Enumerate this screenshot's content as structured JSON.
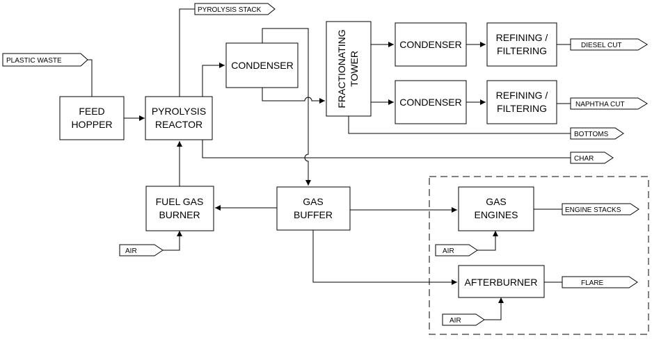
{
  "blocks": {
    "feed_hopper": [
      "FEED",
      "HOPPER"
    ],
    "pyrolysis_reactor": [
      "PYROLYSIS",
      "REACTOR"
    ],
    "condenser_main": [
      "CONDENSER"
    ],
    "fractionating_tower": [
      "FRACTIONATING",
      "TOWER"
    ],
    "condenser_diesel": [
      "CONDENSER"
    ],
    "condenser_naphtha": [
      "CONDENSER"
    ],
    "refining_diesel": [
      "REFINING /",
      "FILTERING"
    ],
    "refining_naphtha": [
      "REFINING /",
      "FILTERING"
    ],
    "fuel_gas_burner": [
      "FUEL GAS",
      "BURNER"
    ],
    "gas_buffer": [
      "GAS",
      "BUFFER"
    ],
    "gas_engines": [
      "GAS",
      "ENGINES"
    ],
    "afterburner": [
      "AFTERBURNER"
    ]
  },
  "streams": {
    "plastic_waste": "PLASTIC WASTE",
    "pyrolysis_stack": "PYROLYSIS STACK",
    "diesel_cut": "DIESEL CUT",
    "naphtha_cut": "NAPHTHA CUT",
    "bottoms": "BOTTOMS",
    "char": "CHAR",
    "engine_stacks": "ENGINE STACKS",
    "flare": "FLARE",
    "air_burner": "AIR",
    "air_engines": "AIR",
    "air_afterburner": "AIR"
  }
}
